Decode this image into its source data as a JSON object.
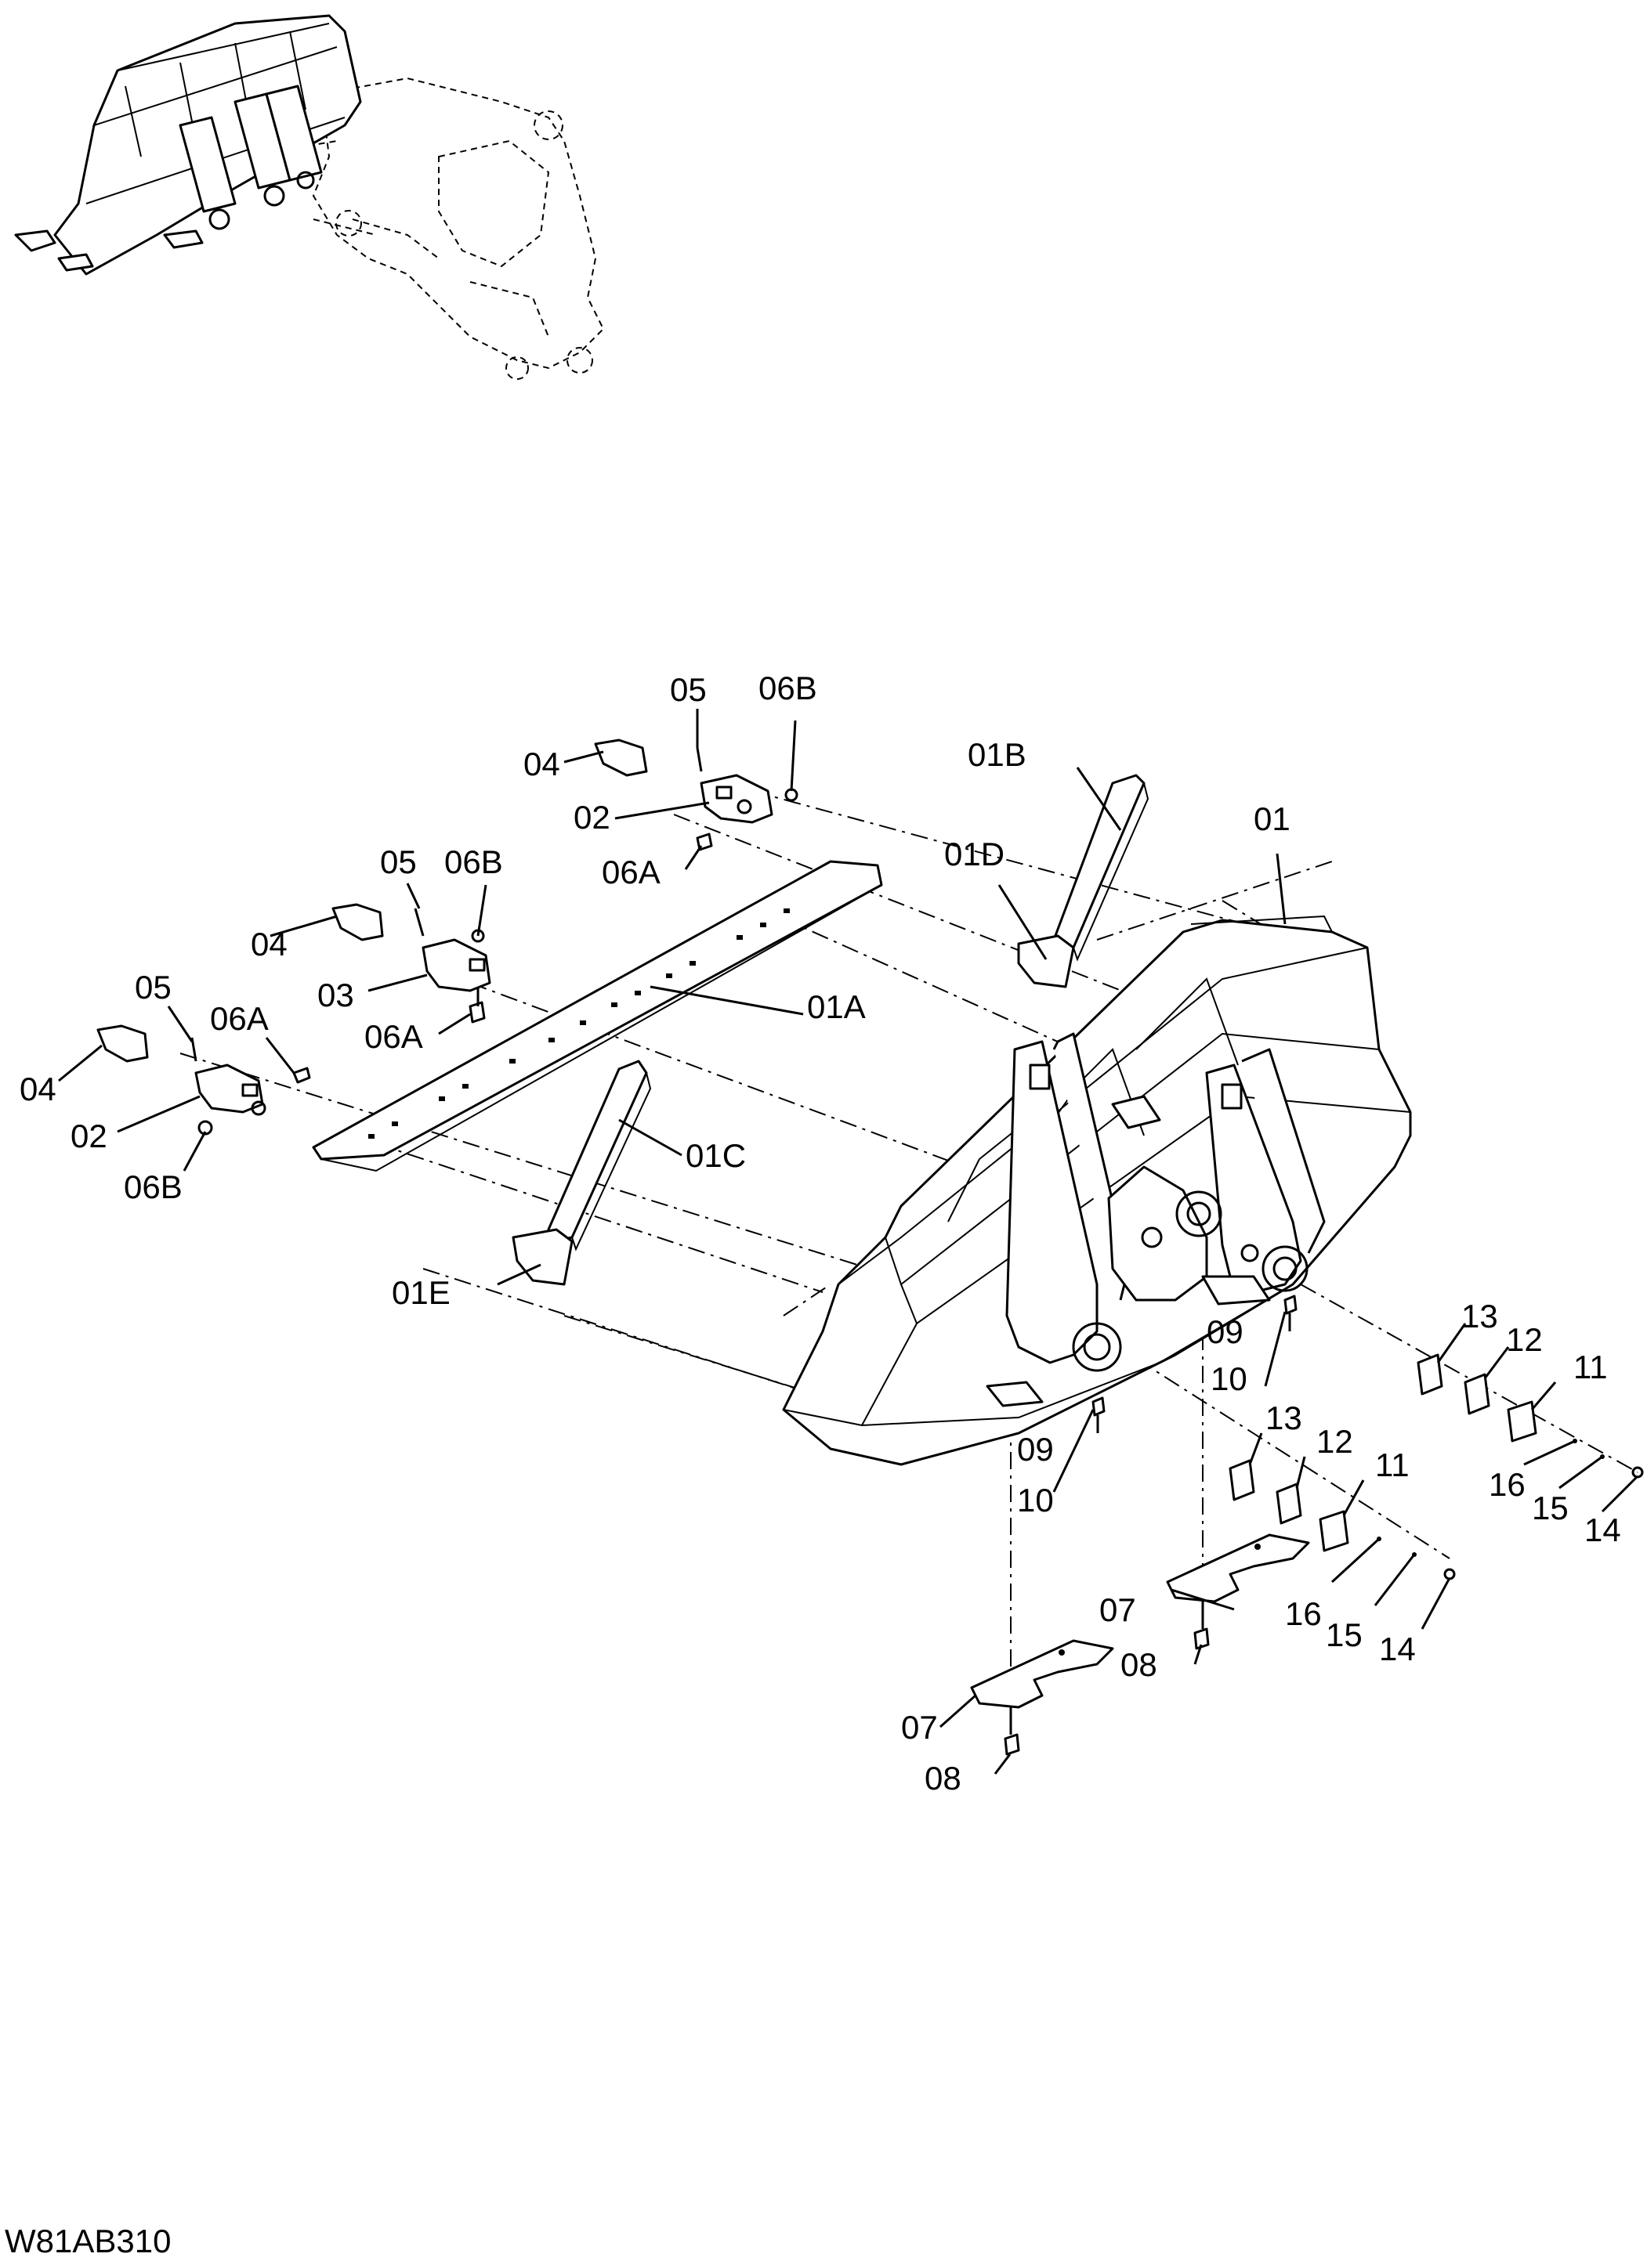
{
  "drawing_code": "W81AB310",
  "callouts": {
    "c01": "01",
    "c01A": "01A",
    "c01B": "01B",
    "c01C": "01C",
    "c01D": "01D",
    "c01E": "01E",
    "c02_top": "02",
    "c02_left": "02",
    "c03": "03",
    "c04_top": "04",
    "c04_mid": "04",
    "c04_left": "04",
    "c05_top": "05",
    "c05_mid": "05",
    "c05_left": "05",
    "c06A_top": "06A",
    "c06A_mid": "06A",
    "c06A_left": "06A",
    "c06B_top": "06B",
    "c06B_mid": "06B",
    "c06B_left": "06B",
    "c07_right": "07",
    "c07_left": "07",
    "c08_right": "08",
    "c08_left": "08",
    "c09_right": "09",
    "c09_left": "09",
    "c10_right": "10",
    "c10_left": "10",
    "c11_right": "11",
    "c11_mid": "11",
    "c12_right": "12",
    "c12_mid": "12",
    "c13_right": "13",
    "c13_mid": "13",
    "c14_right": "14",
    "c14_mid": "14",
    "c15_right": "15",
    "c15_mid": "15",
    "c16_right": "16",
    "c16_mid": "16"
  }
}
